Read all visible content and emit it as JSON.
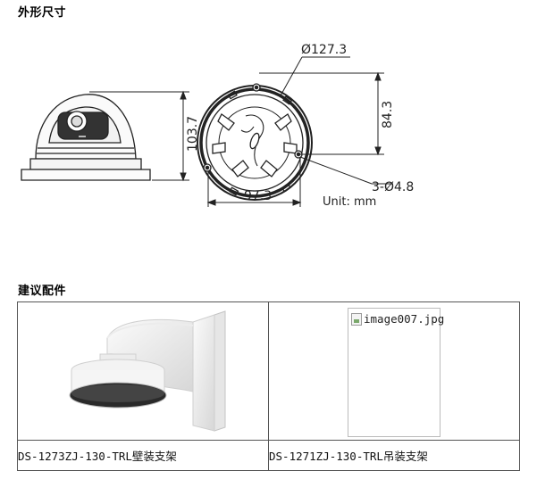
{
  "sections": {
    "dimensions_title": "外形尺寸",
    "accessories_title": "建议配件"
  },
  "dimensions": {
    "diameter": "Ø127.3",
    "height": "103.7",
    "base_height": "84.3",
    "base_width": "97.3",
    "holes": "3-Ø4.8",
    "unit": "Unit: mm"
  },
  "accessories": [
    {
      "caption": "DS-1273ZJ-130-TRL壁装支架",
      "image_alt": ""
    },
    {
      "caption": "DS-1271ZJ-130-TRL吊装支架",
      "image_alt": "image007.jpg"
    }
  ]
}
